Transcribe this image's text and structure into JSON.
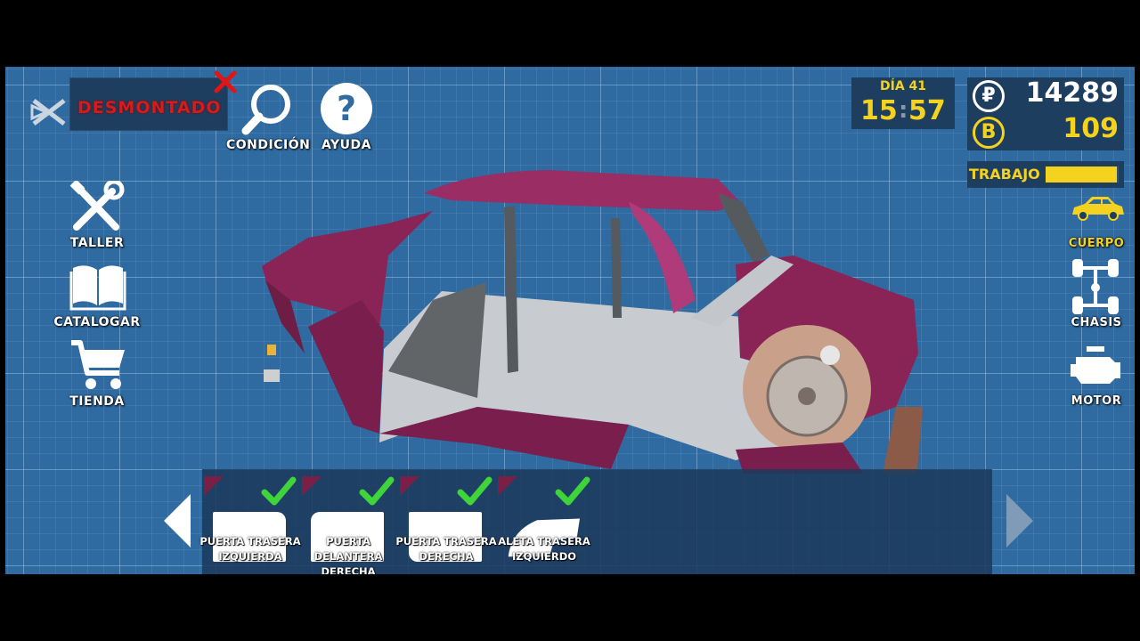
{
  "status": {
    "disassembled_label": "DESMONTADO"
  },
  "toolbar": {
    "condition_label": "CONDICIÓN",
    "help_label": "AYUDA"
  },
  "left_menu": {
    "workshop_label": "TALLER",
    "catalog_label": "CATALOGAR",
    "shop_label": "TIENDA"
  },
  "clock": {
    "day": "DÍA 41",
    "hour": "15",
    "minute": "57"
  },
  "wallet": {
    "cash": "14289",
    "bitcoin": "109",
    "cash_symbol": "₽",
    "bitcoin_symbol": "B"
  },
  "work": {
    "label": "TRABAJO",
    "progress": 0.98
  },
  "right_menu": {
    "body_label": "CUERPO",
    "chassis_label": "CHASIS",
    "engine_label": "MOTOR"
  },
  "parts": [
    {
      "line1": "PUERTA TRASERA",
      "line2": "IZQUIERDA"
    },
    {
      "line1": "PUERTA DELANTERA",
      "line2": "DERECHA"
    },
    {
      "line1": "PUERTA TRASERA",
      "line2": "DERECHA"
    },
    {
      "line1": "ALETA TRASERA",
      "line2": "IZQUIERDO"
    }
  ],
  "colors": {
    "accent_yellow": "#f4d21e",
    "danger_red": "#d41c1c",
    "car_paint": "#8a2456",
    "check_green": "#3ed43a"
  }
}
